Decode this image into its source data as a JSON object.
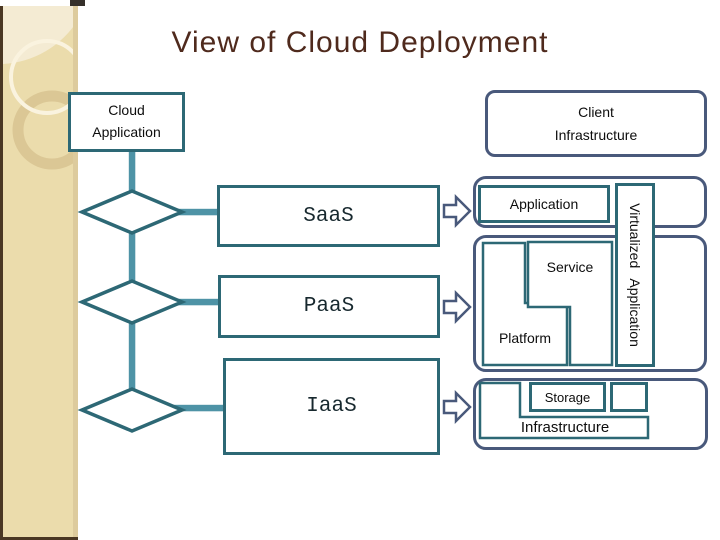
{
  "title": "View of Cloud Deployment",
  "flow": {
    "cloud_application": {
      "line1": "Cloud",
      "line2": "Application"
    },
    "layers": [
      {
        "label": "SaaS"
      },
      {
        "label": "PaaS"
      },
      {
        "label": "IaaS"
      }
    ]
  },
  "client": {
    "line1": "Client",
    "line2": "Infrastructure"
  },
  "stack": {
    "application": "Application",
    "virtualized": "Virtualized Application",
    "service": "Service",
    "platform": "Platform",
    "storage": "Storage",
    "infrastructure": "Infrastructure"
  },
  "colors": {
    "title_text": "#4F2A1D",
    "teal_border": "#2D6875",
    "navy_border": "#49597B",
    "connector": "#4E93A6",
    "strip_background": "#EBDCAC"
  }
}
